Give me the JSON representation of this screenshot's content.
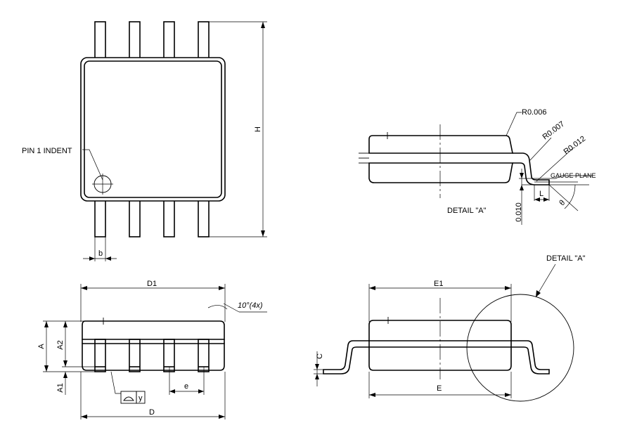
{
  "labels": {
    "pin1_indent": "PIN 1 INDENT",
    "H": "H",
    "b": "b",
    "D1": "D1",
    "angle": "10°(4x)",
    "A": "A",
    "A2": "A2",
    "A1": "A1",
    "e": "e",
    "y": "y",
    "D": "D",
    "E1": "E1",
    "E": "E",
    "C": "C",
    "detail_a_top": "DETAIL \"A\"",
    "detail_a_ref": "DETAIL \"A\"",
    "r_006": "R0.006",
    "r_007": "R0.007",
    "r_012": "R0.012",
    "gauge_plane": "GAUGE PLANE",
    "L": "L",
    "theta": "θ",
    "gauge_010": "0.010"
  }
}
